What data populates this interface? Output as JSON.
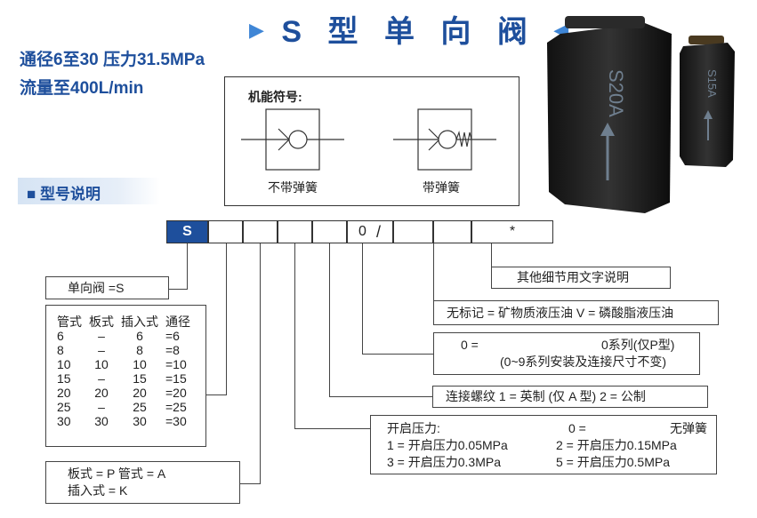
{
  "header": {
    "title": "S 型 单 向 阀",
    "specs_line1": "通径6至30   压力31.5MPa",
    "specs_line2": "流量至400L/min"
  },
  "section": {
    "title": "■ 型号说明"
  },
  "symbols": {
    "heading": "机能符号:",
    "no_spring_label": "不带弹簧",
    "with_spring_label": "带弹簧"
  },
  "photos": {
    "large_marking": "S20A",
    "small_marking": "S15A"
  },
  "code": {
    "cells": [
      "S",
      "",
      "",
      "",
      "",
      "0",
      "/",
      "",
      "*"
    ]
  },
  "boxes": {
    "check_valve": "单向阀    =S",
    "size_table": {
      "headers": [
        "管式",
        "板式",
        "插入式",
        "通径"
      ],
      "rows": [
        [
          "6",
          "–",
          "6",
          "=6"
        ],
        [
          "8",
          "–",
          "8",
          "=8"
        ],
        [
          "10",
          "10",
          "10",
          "=10"
        ],
        [
          "15",
          "–",
          "15",
          "=15"
        ],
        [
          "20",
          "20",
          "20",
          "=20"
        ],
        [
          "25",
          "–",
          "25",
          "=25"
        ],
        [
          "30",
          "30",
          "30",
          "=30"
        ]
      ]
    },
    "mounting_line1": "板式 = P    管式 = A",
    "mounting_line2": "插入式 = K",
    "other_details": "其他细节用文字说明",
    "fluid": "无标记 = 矿物质液压油    V = 磷酸脂液压油",
    "series_left": "0 =",
    "series_right": "0系列(仅P型)",
    "series_note": "(0~9系列安装及连接尺寸不变)",
    "thread": "连接螺纹 1 = 英制    (仅 A 型)  2 = 公制",
    "cracking_title": "开启压力:",
    "cracking_rows": [
      [
        "0 =",
        "无弹簧"
      ],
      [
        "1 = 开启压力0.05MPa",
        "2 = 开启压力0.15MPa"
      ],
      [
        "3 =   开启压力0.3MPa",
        "5 =   开启压力0.5MPa"
      ]
    ]
  }
}
